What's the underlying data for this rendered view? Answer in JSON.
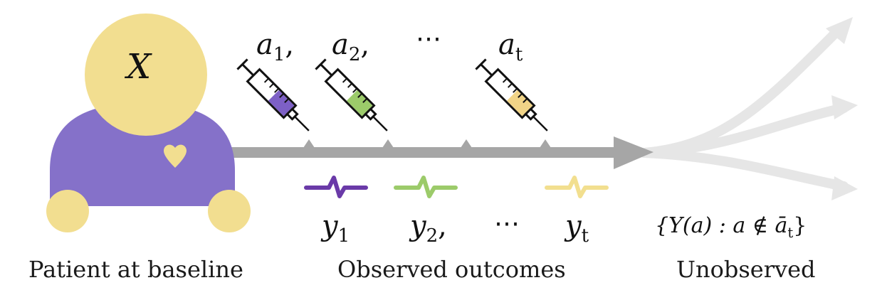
{
  "patient": {
    "covariate_symbol": "X",
    "caption": "Patient at baseline",
    "body_color": "#8571c9",
    "head_color": "#f2de90"
  },
  "treatments": {
    "labels": [
      {
        "sym": "a",
        "sub": "1",
        "suffix": ","
      },
      {
        "sym": "a",
        "sub": "2",
        "suffix": ","
      },
      {
        "sym": "⋯",
        "sub": "",
        "suffix": ""
      },
      {
        "sym": "a",
        "sub": "t",
        "suffix": ""
      }
    ],
    "syringe_fill_colors": [
      "#7d60c6",
      "#9ccb6a",
      "#f1d487"
    ]
  },
  "outcomes": {
    "labels": [
      {
        "sym": "y",
        "sub": "1",
        "suffix": ""
      },
      {
        "sym": "y",
        "sub": "2",
        "suffix": ","
      },
      {
        "sym": "⋯",
        "sub": "",
        "suffix": ""
      },
      {
        "sym": "y",
        "sub": "t",
        "suffix": ""
      }
    ],
    "signal_colors": [
      "#6a3aa8",
      "#9ccb6a",
      "#f2df8f"
    ],
    "caption": "Observed outcomes"
  },
  "unobserved": {
    "label": "{Y(a) : a ∉ ā",
    "label_sub": "t",
    "label_close": "}",
    "caption": "Unobserved",
    "arrow_color": "#e4e4e4"
  },
  "timeline": {
    "color": "#a6a6a6"
  }
}
